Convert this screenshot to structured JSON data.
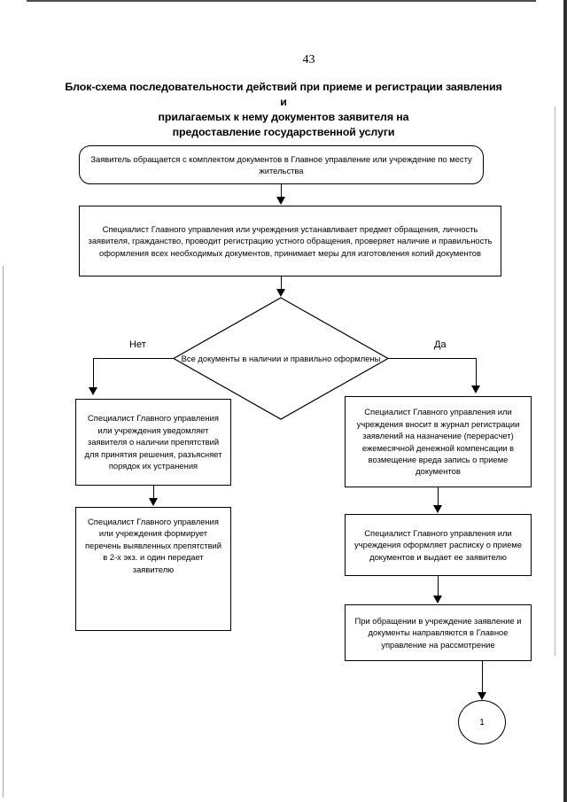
{
  "document": {
    "page_number": "43",
    "title_lines": [
      "Блок-схема последовательности действий при приеме и регистрации заявления и",
      "прилагаемых к нему документов заявителя на",
      "предоставление государственной услуги"
    ]
  },
  "flowchart": {
    "start_node": {
      "id": "start",
      "shape": "rounded-rectangle",
      "text": "Заявитель обращается с комплектом документов в Главное управление или учреждение по месту жительства"
    },
    "process_intake": {
      "id": "intake",
      "shape": "rectangle",
      "text": "Специалист Главного управления или учреждения устанавливает предмет обращения, личность заявителя, гражданство, проводит регистрацию устного обращения, проверяет наличие и правильность оформления всех необходимых документов, принимает меры для изготовления копий документов"
    },
    "decision": {
      "id": "decision",
      "shape": "diamond",
      "text": "Все документы в наличии и правильно оформлены",
      "branch_no_label": "Нет",
      "branch_yes_label": "Да"
    },
    "branch_no": [
      {
        "id": "no-1",
        "shape": "rectangle",
        "text": "Специалист Главного управления или учреждения уведомляет заявителя о наличии препятствий для принятия решения, разъясняет порядок их устранения"
      },
      {
        "id": "no-2",
        "shape": "rectangle",
        "text": "Специалист Главного управления или учреждения формирует перечень выявленных препятствий в 2-х экз. и один передает заявителю"
      }
    ],
    "branch_yes": [
      {
        "id": "yes-1",
        "shape": "rectangle",
        "text": "Специалист Главного управления или учреждения вносит в журнал регистрации заявлений на назначение (перерасчет) ежемесячной денежной компенсации в возмещение вреда запись о приеме документов"
      },
      {
        "id": "yes-2",
        "shape": "rectangle",
        "text": "Специалист Главного управления или учреждения оформляет расписку о приеме документов и выдает ее заявителю"
      },
      {
        "id": "yes-3",
        "shape": "rectangle",
        "text": "При обращении в учреждение заявление и документы направляются в Главное управление на рассмотрение"
      }
    ],
    "connector": {
      "id": "connector-1",
      "shape": "circle",
      "text": "1"
    }
  },
  "colors": {
    "ink": "#000000",
    "paper": "#ffffff"
  }
}
